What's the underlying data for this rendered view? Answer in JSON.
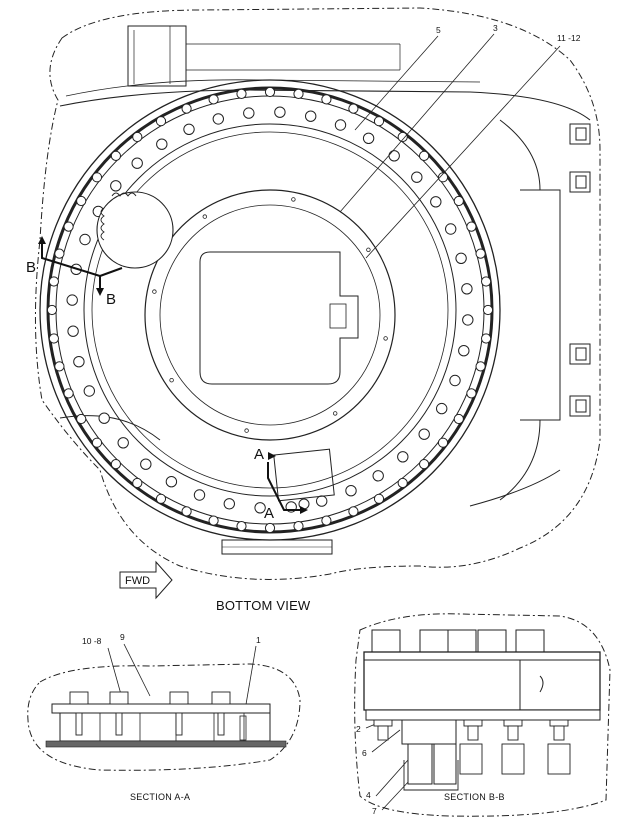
{
  "drawing": {
    "view_title": "BOTTOM VIEW",
    "fwd_label": "FWD",
    "callouts": {
      "c5": "5",
      "c3": "3",
      "c11_12": "11 -12",
      "c10_8": "10 -8",
      "c9": "9",
      "c1": "1",
      "c2": "2",
      "c6": "6",
      "c4": "4",
      "c7": "7"
    },
    "section_markers": {
      "b_top": "B",
      "b_bottom": "B",
      "a_top": "A",
      "a_bottom": "A"
    },
    "section_aa_title": "SECTION  A-A",
    "section_bb_title": "SECTION  B-B"
  }
}
